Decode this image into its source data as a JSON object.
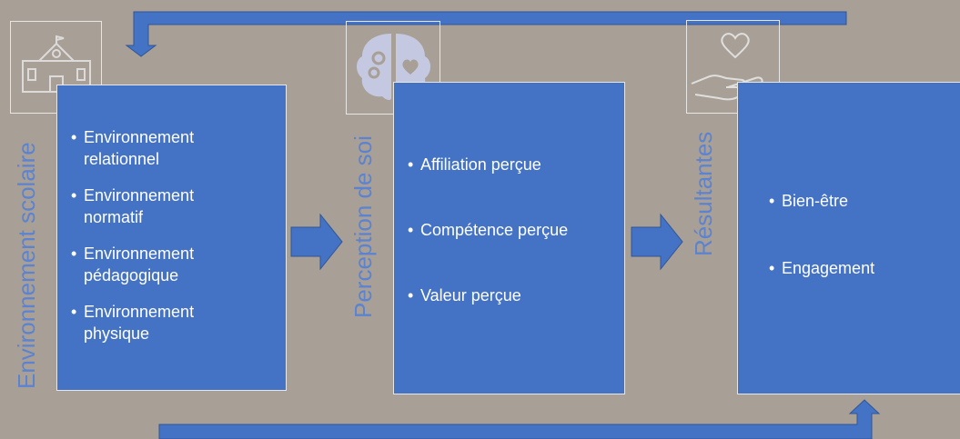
{
  "columns": [
    {
      "label": "Environnement  scolaire",
      "icon": "school-building-icon",
      "items": [
        "Environnement relationnel",
        "Environnement normatif",
        "Environnement pédagogique",
        "Environnement physique"
      ]
    },
    {
      "label": "Perception de soi",
      "icon": "brain-heart-gears-icon",
      "items": [
        "Affiliation perçue",
        "Compétence perçue",
        "Valeur perçue"
      ]
    },
    {
      "label": "Résultantes",
      "icon": "hand-holding-heart-icon",
      "items": [
        "Bien-être",
        "Engagement"
      ]
    }
  ],
  "colors": {
    "background": "#a89f96",
    "box": "#4472c4",
    "label": "#5b83d1",
    "border": "#e6e6e6"
  }
}
